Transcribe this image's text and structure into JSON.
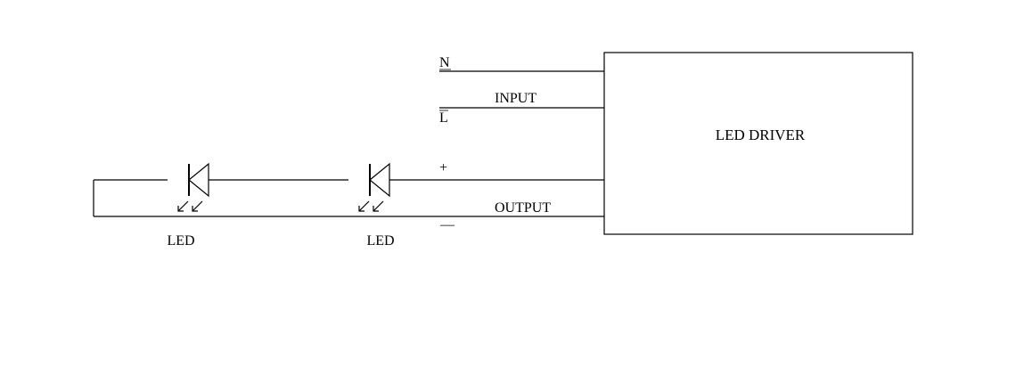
{
  "driver": {
    "label": "LED DRIVER"
  },
  "input": {
    "label": "INPUT",
    "neutral_label": "N",
    "line_label": "L"
  },
  "output": {
    "label": "OUTPUT",
    "positive_label": "+",
    "negative_label": "—"
  },
  "leds": [
    {
      "label": "LED"
    },
    {
      "label": "LED"
    }
  ],
  "colors": {
    "line": "#000000",
    "background": "#ffffff"
  }
}
